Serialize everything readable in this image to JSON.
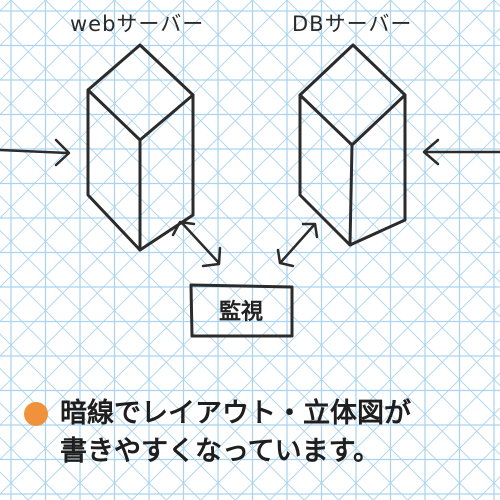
{
  "diagram": {
    "labels": {
      "web_server": "webサーバー",
      "db_server": "DBサーバー",
      "monitor": "監視"
    },
    "caption": {
      "line1": "暗線でレイアウト・立体図が",
      "line2": "書きやすくなっています。",
      "bullet_color": "#f0923c"
    },
    "colors": {
      "grid": "#a9d3ee",
      "ink": "#2b2b2b",
      "background": "#ffffff"
    }
  }
}
